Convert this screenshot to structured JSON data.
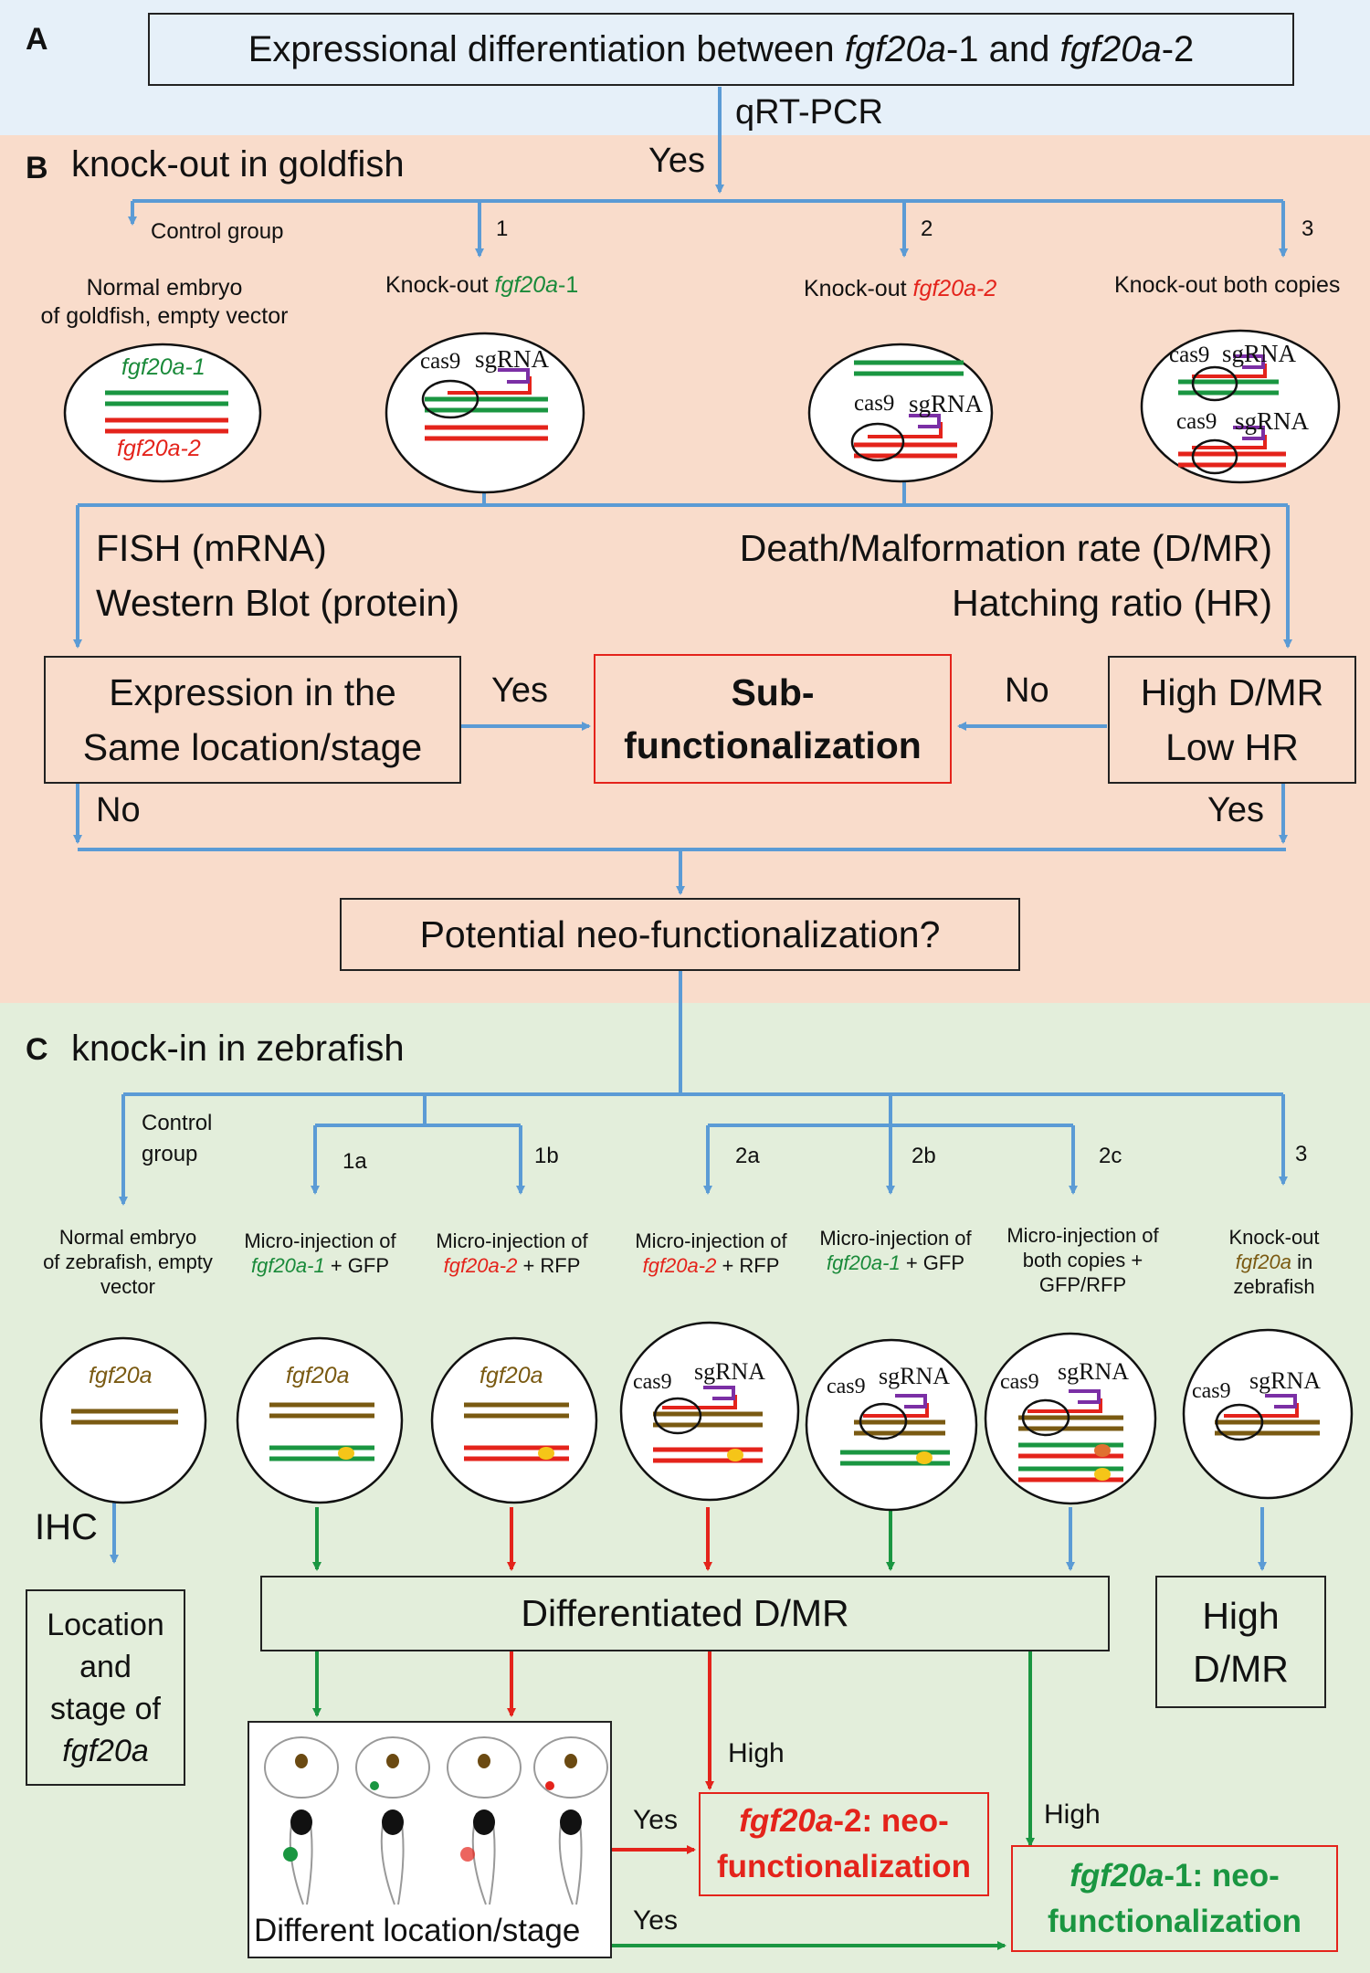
{
  "panel_a": {
    "letter": "A",
    "title_pre": "Expressional differentiation between ",
    "title_gene1": "fgf20a",
    "title_mid": "-1 and ",
    "title_gene2": "fgf20a",
    "title_post": "-2",
    "method": "qRT-PCR"
  },
  "panel_b": {
    "letter": "B",
    "title": "knock-out in goldfish",
    "yes": "Yes",
    "branches": [
      {
        "num": "Control group",
        "label_lines": [
          "Normal embryo",
          "of goldfish, empty vector"
        ]
      },
      {
        "num": "1",
        "label_pre": "Knock-out ",
        "label_gene": "fgf20a",
        "label_suffix": "-1"
      },
      {
        "num": "2",
        "label_pre": "Knock-out ",
        "label_gene": "fgf20a-2"
      },
      {
        "num": "3",
        "label": "Knock-out both copies"
      }
    ],
    "embryo_gene1": "fgf20a-1",
    "embryo_gene2": "fgf20a-2",
    "cas9": "cas9",
    "sgrna": "sgRNA",
    "methods_left": [
      "FISH (mRNA)",
      "Western Blot (protein)"
    ],
    "methods_right": [
      "Death/Malformation rate (D/MR)",
      "Hatching ratio (HR)"
    ],
    "expr_box": [
      "Expression in the",
      "Same location/stage"
    ],
    "sub_box": [
      "Sub-",
      "functionalization"
    ],
    "high_box": [
      "High D/MR",
      "Low HR"
    ],
    "yes_left": "Yes",
    "no_right": "No",
    "no_left": "No",
    "yes_right": "Yes",
    "potential": "Potential neo-functionalization?"
  },
  "panel_c": {
    "letter": "C",
    "title": "knock-in in zebrafish",
    "branch_nums": [
      "Control\ngroup",
      "1a",
      "1b",
      "2a",
      "2b",
      "2c",
      "3"
    ],
    "labels": {
      "control": [
        "Normal embryo",
        "of zebrafish, empty",
        "vector"
      ],
      "l1a": {
        "line1": "Micro-injection of",
        "gene": "fgf20a-1",
        "suffix": " + GFP"
      },
      "l1b": {
        "line1": "Micro-injection of",
        "gene": "fgf20a-2",
        "suffix": " + RFP"
      },
      "l2a": {
        "line1": "Micro-injection of",
        "gene": "fgf20a-2",
        "suffix": " + RFP"
      },
      "l2b": {
        "line1": "Micro-injection of",
        "gene": "fgf20a-1",
        "suffix": " + GFP"
      },
      "l2c": [
        "Micro-injection of",
        "both copies +",
        "GFP/RFP"
      ],
      "l3": {
        "line1": "Knock-out",
        "gene": "fgf20a",
        "suffix": " in",
        "line3": "zebrafish"
      }
    },
    "embryo_gene": "fgf20a",
    "ihc": "IHC",
    "location_box": [
      "Location",
      "and",
      "stage of"
    ],
    "location_gene": "fgf20a",
    "diff_box": "Differentiated D/MR",
    "high_dmr": [
      "High",
      "D/MR"
    ],
    "high1": "High",
    "high2": "High",
    "yes1": "Yes",
    "yes2": "Yes",
    "diff_loc": "Different location/stage",
    "neo2": {
      "gene": "fgf20a",
      "suffix": "-2: neo-",
      "line2": "functionalization"
    },
    "neo1": {
      "gene": "fgf20a",
      "suffix": "-1: neo-",
      "line2": "functionalization"
    }
  },
  "colors": {
    "blue_arrow": "#5b9bd5",
    "green": "#1a9641",
    "red": "#e4231b",
    "brown": "#7a5a12",
    "bg_a": "#e6f0f9",
    "bg_b": "#f9dccb",
    "bg_c": "#e3eedb"
  }
}
